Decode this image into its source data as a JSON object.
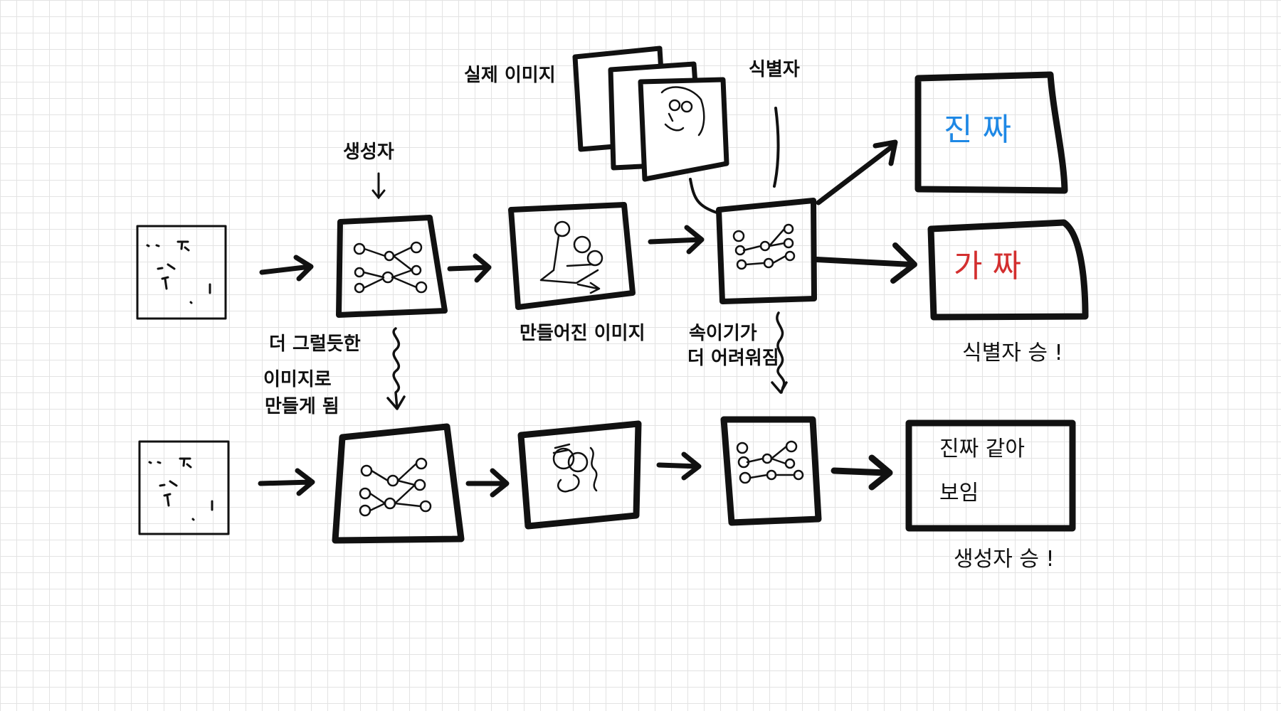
{
  "labels": {
    "generator": "생성자",
    "real_image": "실제 이미지",
    "discriminator": "식별자",
    "made_image": "만들어진 이미지",
    "more_plausible_1": "더 그럴듯한",
    "more_plausible_2": "이미지로",
    "more_plausible_3": "만들게 됨",
    "harder_1": "속이기가",
    "harder_2": "더 어려워짐",
    "real": "진 짜",
    "fake": "가 짜",
    "disc_wins": "식별자 승 !",
    "looks_real_1": "진짜 같아",
    "looks_real_2": "보임",
    "gen_wins": "생성자 승 !"
  },
  "colors": {
    "real_text": "#1e88e5",
    "fake_text": "#d32f2f",
    "ink": "#111111",
    "grid": "#e3e3e3"
  }
}
